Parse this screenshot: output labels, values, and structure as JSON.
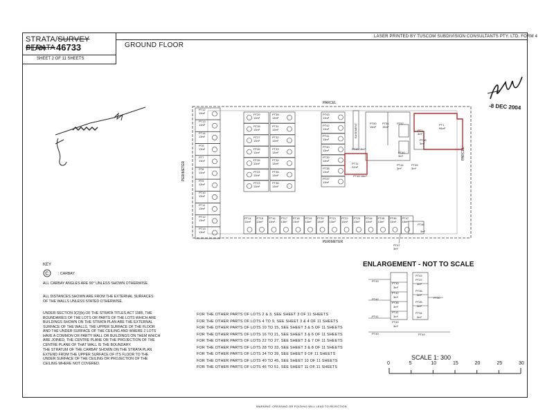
{
  "header": {
    "strata": "STRATA/",
    "survey_strata": "SURVEY STRATA",
    "plan_label": "PLAN",
    "plan_number": "46733",
    "sheet": "SHEET 2 OF 11 SHEETS",
    "floor_title": "GROUND FLOOR",
    "printer": "LASER PRINTED BY TUSCOM SUBDIVISION CONSULTANTS PTY. LTD.   FORM 4"
  },
  "signature_date": "-8 DEC 2004",
  "plan": {
    "parcel_label": "PARCEL",
    "perimeter_label": "PERIMETER",
    "left_column": [
      {
        "lot": "PT12",
        "area": "14m²"
      },
      {
        "lot": "PT13",
        "area": "13m²"
      },
      {
        "lot": "PT14",
        "area": "13m²"
      },
      {
        "lot": "PT6",
        "area": "13m²"
      },
      {
        "lot": "PT7",
        "area": "13m²"
      },
      {
        "lot": "PT8",
        "area": "13m²"
      },
      {
        "lot": "PT9",
        "area": "13m²"
      },
      {
        "lot": "PT10",
        "area": "13m²"
      },
      {
        "lot": "PT11",
        "area": "13m²"
      },
      {
        "lot": "PT12",
        "area": "13m²"
      },
      {
        "lot": "PT13",
        "area": "13m²"
      }
    ],
    "center_left": [
      {
        "lot": "PT29",
        "area": "13m²"
      },
      {
        "lot": "PT30",
        "area": "13m²"
      },
      {
        "lot": "PT28",
        "area": "13m²"
      },
      {
        "lot": "PT31",
        "area": "13m²"
      },
      {
        "lot": "PT27",
        "area": "13m²"
      },
      {
        "lot": "PT32",
        "area": "13m²"
      },
      {
        "lot": "PT26",
        "area": "13m²"
      },
      {
        "lot": "PT33",
        "area": "13m²"
      },
      {
        "lot": "PT25",
        "area": "13m²"
      },
      {
        "lot": "PT34",
        "area": "13m²"
      },
      {
        "lot": "PT24",
        "area": "13m²"
      },
      {
        "lot": "PT35",
        "area": "13m²"
      },
      {
        "lot": "PT23",
        "area": "13m²"
      },
      {
        "lot": "PT36",
        "area": "13m²"
      }
    ],
    "center_right": [
      {
        "lot": "PT43",
        "area": "13m²"
      },
      {
        "lot": "PT42",
        "area": "13m²"
      },
      {
        "lot": "PT41",
        "area": "13m²"
      },
      {
        "lot": "PT40",
        "area": "13m²"
      },
      {
        "lot": "PT39",
        "area": "13m²"
      },
      {
        "lot": "PT38",
        "area": "13m²"
      },
      {
        "lot": "PT37",
        "area": "13m²"
      }
    ],
    "pt49": {
      "lot": "PT49",
      "area": "16m²"
    },
    "pt48": {
      "lot": "PT48",
      "area": "16m²"
    },
    "pt11_small": {
      "lot": "PT11",
      "area": "22m²"
    },
    "pt50": {
      "lot": "PT50",
      "area": "15m²"
    },
    "pt51": {
      "lot": "PT51",
      "area": "15m²"
    },
    "pt52": {
      "lot": "PT52",
      "area": ""
    },
    "pt44": {
      "lot": "PT44",
      "area": "3m²"
    },
    "pt45": {
      "lot": "PT45",
      "area": "3m²"
    },
    "pt11_big": {
      "lot": "PT1",
      "area": "3m²"
    },
    "pt11_area": {
      "lot": "PT1",
      "area": "96m²"
    },
    "pt48_right": {
      "lot": "PT48",
      "area": "3m²"
    },
    "pt40_right": {
      "lot": "PT40",
      "area": "3m²"
    },
    "bottom_row": [
      {
        "lot": "PT14",
        "area": "13m²"
      },
      {
        "lot": "PT15",
        "area": "13m²"
      },
      {
        "lot": "PT16",
        "area": "13m²"
      },
      {
        "lot": "PT17",
        "area": "13m²"
      },
      {
        "lot": "PT18",
        "area": "13m²"
      },
      {
        "lot": "PT19",
        "area": "13m²"
      },
      {
        "lot": "PT20",
        "area": "13m²"
      },
      {
        "lot": "PT21",
        "area": "13m²"
      },
      {
        "lot": "PT22",
        "area": "13m²"
      },
      {
        "lot": "PT23",
        "area": "13m²"
      },
      {
        "lot": "PT44",
        "area": "13m²"
      },
      {
        "lot": "PT45",
        "area": "13m²"
      },
      {
        "lot": "PT46",
        "area": "13m²"
      },
      {
        "lot": "PT47",
        "area": "15m²"
      }
    ],
    "pt46_right": {
      "lot": "PT46",
      "area": "3m²"
    },
    "pt47_below": {
      "lot": "PT47",
      "area": "3m²"
    },
    "easement": "EASEMENT"
  },
  "key": {
    "title": "KEY",
    "carbay": ": CARBAY",
    "carbay_symbol": "C",
    "angles": "ALL CARBAY ANGLES ARE 90° UNLESS SHOWN OTHERWISE.",
    "distances_1": "ALL DISTANCES SHOWN ARE FROM THE EXTERNAL SURFACES",
    "distances_2": "OF THE WALLS UNLESS STATED OTHERWISE.",
    "section": [
      "UNDER SECTION 3(2)(b) OF THE STRATA TITLES ACT 1985, THE",
      "BOUNDARIES OF THE LOTS OR PARTS OF THE LOTS WHICH ARE",
      "BUILDINGS SHOWN ON THE STRATA PLAN ARE THE EXTERNAL",
      "SURFACE OF THE WALLS, THE UPPER SURFACE OF THE FLOOR",
      "AND THE UNDER SURFACE OF THE CEILING AND WHERE 2 LOTS",
      "HAVE A COMMON OR PARTY WALL OR BUILDINGS ON THEM WHICH",
      "ARE JOINED, THE CENTRE PLANE OR THE PROJECTION OF THE",
      "CENTRE PLANE OF THAT WALL IS THE BOUNDARY."
    ],
    "stratum": [
      "THE STRATUM OF THE CARBAY SHOWN ON THE STRATA PLAN",
      "EXTEND FROM THE UPPER SURFACE OF ITS FLOOR TO THE",
      "UNDER SURFACE OF THE CEILING OR PROJECTION OF THE",
      "CEILING WHERE NOT COVERED."
    ]
  },
  "other_lots": [
    "FOR THE OTHER PARTS OF LOTS 2 & 3, SEE SHEET 3 OF 11 SHEETS",
    "FOR THE OTHER PARTS OF LOTS 4 TO 9, SEE SHEET 3 & 4 OF 11 SHEETS",
    "FOR THE OTHER PARTS OF LOTS 10 TO 15, SEE SHEET 3 & 5 OF 11 SHEETS",
    "FOR THE OTHER PARTS OF LOTS 16 TO 21, SEE SHEET 3 & 6 OF 11 SHEETS",
    "FOR THE OTHER PARTS OF LOTS 22 TO 27, SEE SHEET 3 & 7 OF 11 SHEETS",
    "FOR THE OTHER PARTS OF LOTS 28 TO 33, SEE SHEET 3 & 8 OF 11 SHEETS",
    "FOR THE OTHER PARTS OF LOTS 34 TO 39, SEE SHEET 9 OF 11 SHEETS",
    "FOR THE OTHER PARTS OF LOTS 40 TO 45, SEE SHEET 10 OF 11 SHEETS",
    "FOR THE OTHER PARTS OF LOTS 46 TO 51, SEE SHEET 11 OF 11 SHEETS"
  ],
  "enlargement": {
    "title": "ENLARGEMENT - NOT TO SCALE",
    "left_labels": [
      "PT43",
      "PT42",
      "PT41",
      "PT40"
    ],
    "column_a": [
      {
        "lot": "PT39",
        "area": "3m²"
      },
      {
        "lot": "PT42",
        "area": "3m²"
      },
      {
        "lot": "PT38",
        "area": "3m²"
      },
      {
        "lot": "PT41",
        "area": "3m²"
      },
      {
        "lot": "PT49",
        "area": "3m²"
      }
    ],
    "column_b": [
      {
        "lot": "PT37",
        "area": "4m²"
      },
      {
        "lot": "PT36",
        "area": "3m²"
      },
      {
        "lot": "PT35",
        "area": "3m²"
      },
      {
        "lot": "PT34",
        "area": "3m²"
      }
    ],
    "top_label": "PT43",
    "right_label": "PT50",
    "bottom_label": "PT49"
  },
  "scale": {
    "title": "SCALE 1: 300",
    "ticks": [
      "0",
      "5",
      "10",
      "15",
      "20",
      "25",
      "30"
    ]
  },
  "warning": "WARNING: CREASING OR FOLDING WILL LEAD TO REJECTION"
}
